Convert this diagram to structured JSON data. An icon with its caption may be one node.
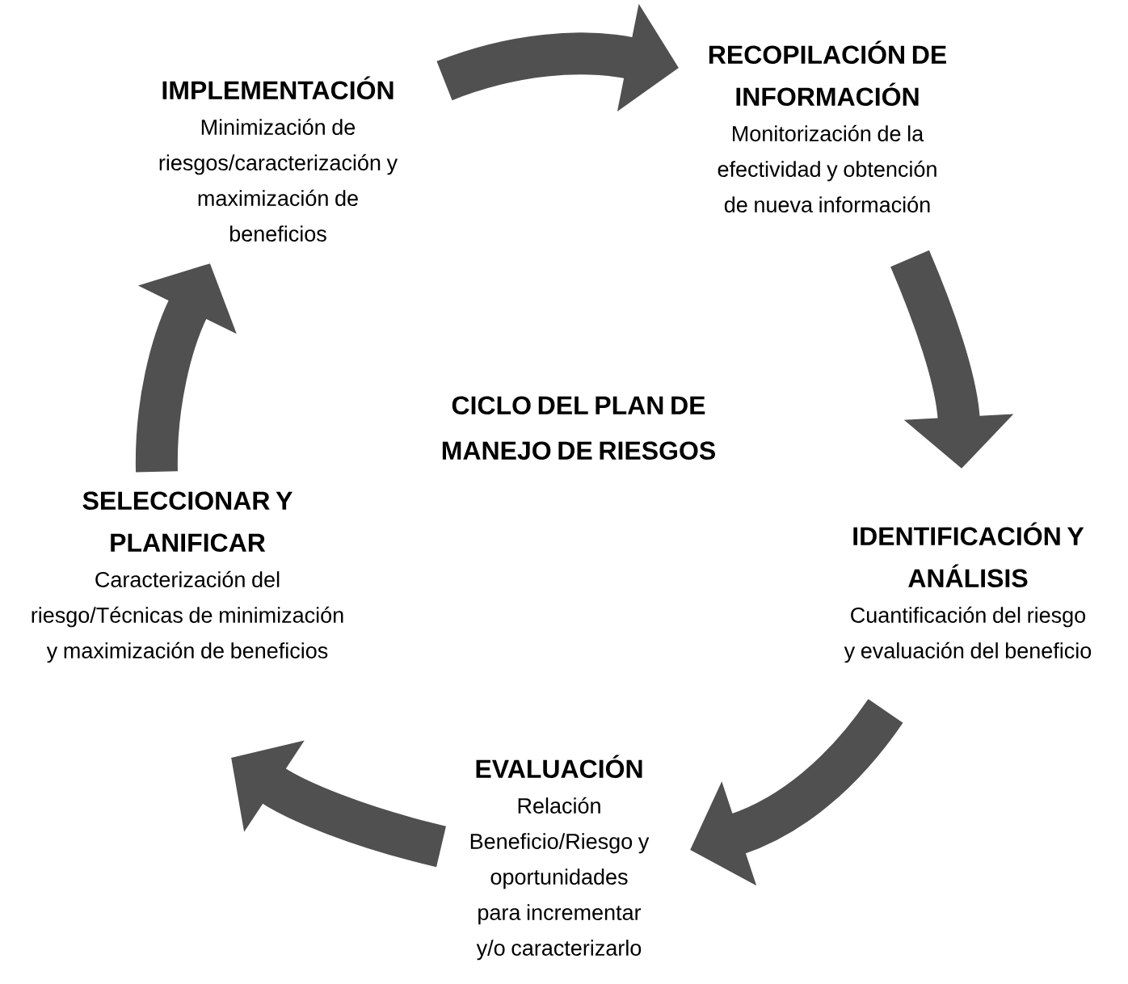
{
  "diagram": {
    "title": "CICLO DEL PLAN DE MANEJO DE RIESGOS",
    "nodes": [
      {
        "text": [
          "IMPLEMENTACIÓN",
          "Minimización de riesgos/caracterización y maximización de beneficios"
        ]
      },
      {
        "text": [
          "RECOPILACIÓN DE INFORMACIÓN",
          "Monitorización de la efectividad y obtención de nueva información"
        ]
      },
      {
        "text": [
          "IDENTIFICACIÓN Y ANÁLISIS",
          "Cuantificación del riesgo y evaluación del beneficio"
        ]
      },
      {
        "text": [
          "EVALUACIÓN",
          "Relación Beneficio/Riesgo y oportunidades para incrementar y/o caracterizarlo"
        ]
      },
      {
        "text": [
          "SELECCIONAR Y PLANIFICAR",
          "Caracterización del riesgo/Técnicas de minimización y maximización de beneficios"
        ]
      }
    ],
    "edges": [
      {
        "from": 0,
        "to": 1,
        "arrow": "to"
      },
      {
        "from": 1,
        "to": 2,
        "arrow": "to"
      },
      {
        "from": 2,
        "to": 3,
        "arrow": "to"
      },
      {
        "from": 3,
        "to": 4,
        "arrow": "to"
      },
      {
        "from": 4,
        "to": 0,
        "arrow": "to"
      }
    ]
  }
}
